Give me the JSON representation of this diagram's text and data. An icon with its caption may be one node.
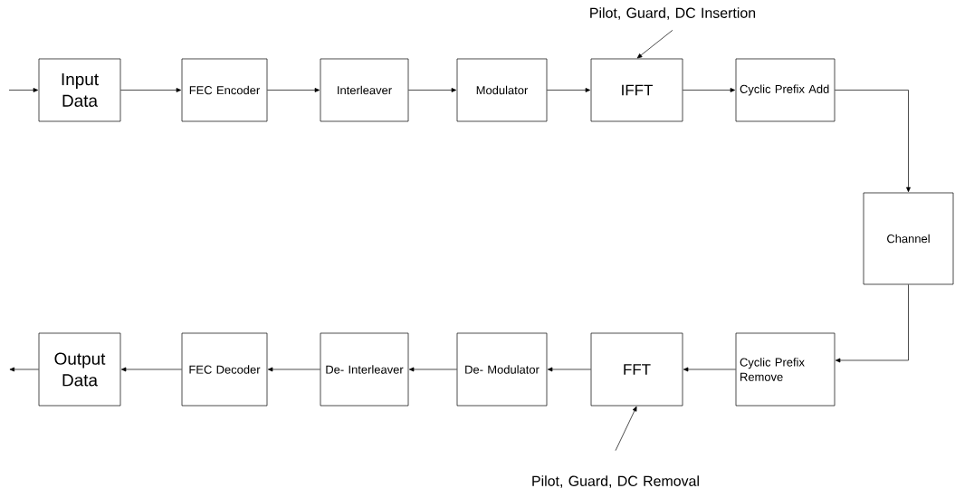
{
  "diagram": {
    "nodes": [
      {
        "text": [
          "Input Data"
        ]
      },
      {
        "text": [
          "FEC Encoder"
        ]
      },
      {
        "text": [
          "Interleaver"
        ]
      },
      {
        "text": [
          "Modulator"
        ]
      },
      {
        "text": [
          "IFFT"
        ]
      },
      {
        "text": [
          "Cyclic Prefix Add"
        ]
      },
      {
        "text": [
          "Channel"
        ]
      },
      {
        "text": [
          "Cyclic Prefix Remove"
        ]
      },
      {
        "text": [
          "FFT"
        ]
      },
      {
        "text": [
          "De- Modulator"
        ]
      },
      {
        "text": [
          "De- Interleaver"
        ]
      },
      {
        "text": [
          "FEC Decoder"
        ]
      },
      {
        "text": [
          "Output Data"
        ]
      },
      {
        "text": [
          "Pilot, Guard, DC Insertion"
        ]
      },
      {
        "text": [
          "Pilot, Guard, DC Removal"
        ]
      }
    ],
    "edges": [
      {
        "from": null,
        "to": 0,
        "arrow": "to"
      },
      {
        "from": 0,
        "to": 1,
        "arrow": "to"
      },
      {
        "from": 1,
        "to": 2,
        "arrow": "to"
      },
      {
        "from": 2,
        "to": 3,
        "arrow": "to"
      },
      {
        "from": 3,
        "to": 4,
        "arrow": "to"
      },
      {
        "from": 4,
        "to": 5,
        "arrow": "to"
      },
      {
        "from": 5,
        "to": 6,
        "arrow": "to"
      },
      {
        "from": 6,
        "to": 7,
        "arrow": "to"
      },
      {
        "from": 7,
        "to": 8,
        "arrow": "to"
      },
      {
        "from": 8,
        "to": 9,
        "arrow": "to"
      },
      {
        "from": 9,
        "to": 10,
        "arrow": "to"
      },
      {
        "from": 10,
        "to": 11,
        "arrow": "to"
      },
      {
        "from": 11,
        "to": 12,
        "arrow": "to"
      },
      {
        "from": 12,
        "to": null,
        "arrow": "to"
      },
      {
        "from": 13,
        "to": 4,
        "arrow": "to"
      },
      {
        "from": 14,
        "to": 8,
        "arrow": "to"
      }
    ]
  }
}
